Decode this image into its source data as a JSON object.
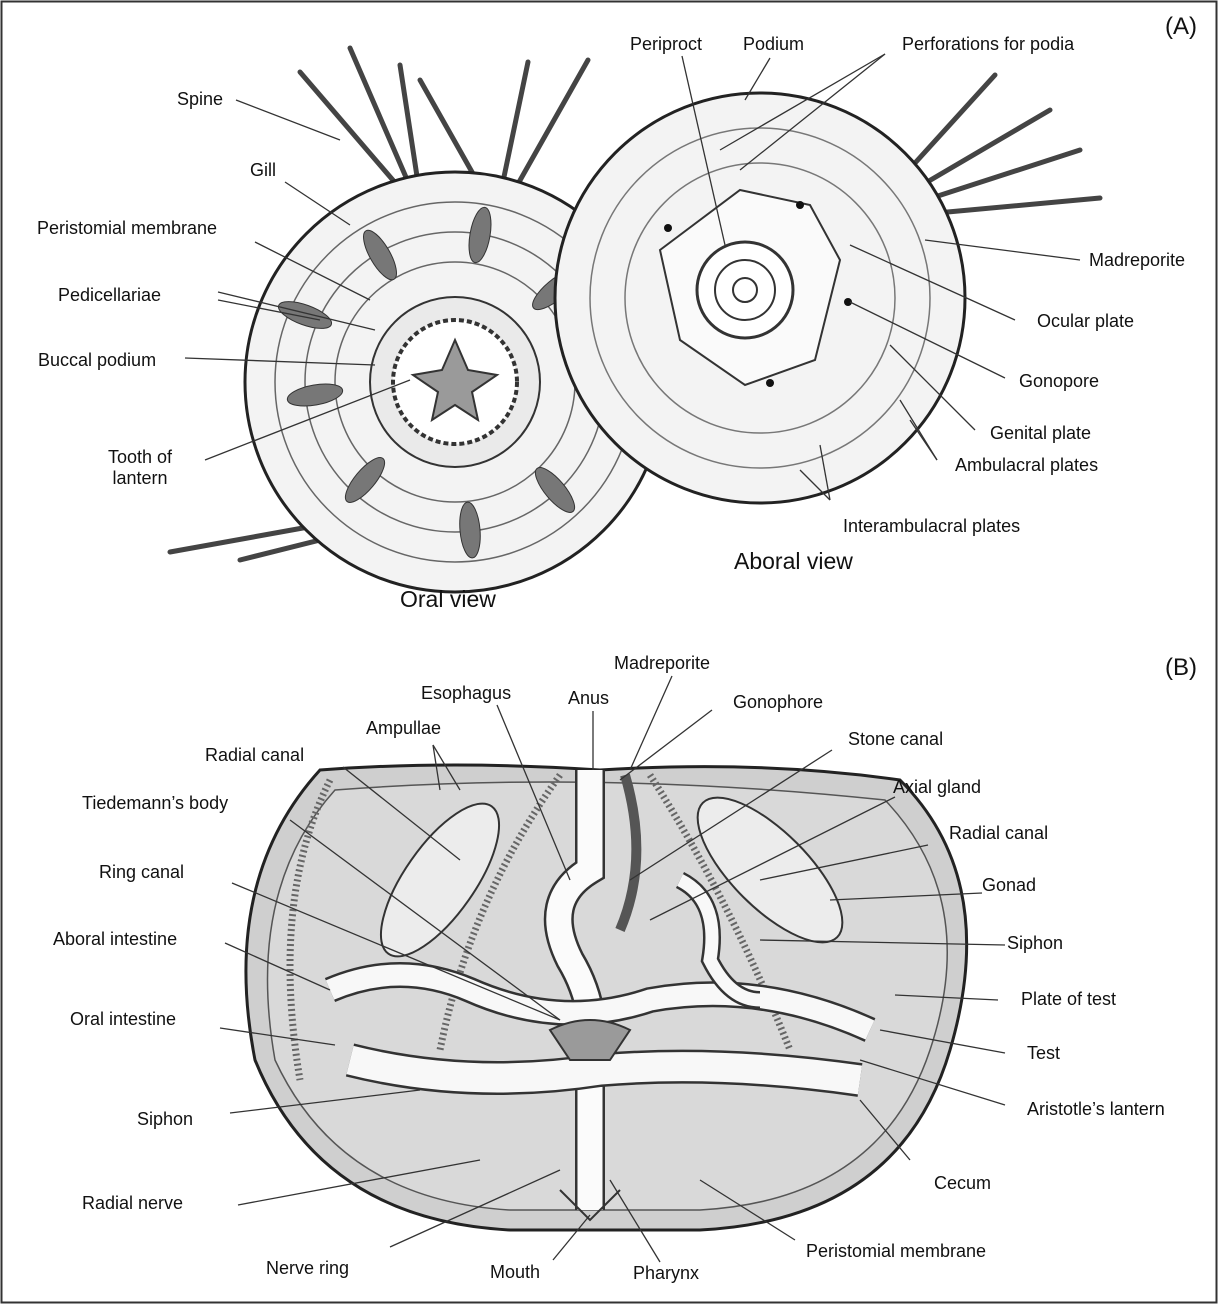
{
  "panel_a": {
    "tag": "(A)",
    "oral_view_caption": "Oral view",
    "aboral_view_caption": "Aboral view",
    "labels": {
      "spine": "Spine",
      "gill": "Gill",
      "peristomial_membrane": "Peristomial membrane",
      "pedicellariae": "Pedicellariae",
      "buccal_podium": "Buccal podium",
      "tooth_of_lantern": "Tooth of\nlantern",
      "periproct": "Periproct",
      "podium": "Podium",
      "perforations_for_podia": "Perforations for podia",
      "madreporite": "Madreporite",
      "ocular_plate": "Ocular plate",
      "gonopore": "Gonopore",
      "genital_plate": "Genital plate",
      "ambulacral_plates": "Ambulacral plates",
      "interambulacral_plates": "Interambulacral plates"
    }
  },
  "panel_b": {
    "tag": "(B)",
    "labels": {
      "madreporite": "Madreporite",
      "esophagus": "Esophagus",
      "anus": "Anus",
      "gonophore": "Gonophore",
      "ampullae": "Ampullae",
      "stone_canal": "Stone canal",
      "radial_canal_left": "Radial canal",
      "axial_gland": "Axial gland",
      "tiedemanns_body": "Tiedemann’s body",
      "radial_canal_right": "Radial canal",
      "ring_canal": "Ring canal",
      "gonad": "Gonad",
      "aboral_intestine": "Aboral intestine",
      "siphon_right": "Siphon",
      "plate_of_test": "Plate of test",
      "oral_intestine": "Oral intestine",
      "test": "Test",
      "aristotles_lantern": "Aristotle’s lantern",
      "siphon_left": "Siphon",
      "cecum": "Cecum",
      "radial_nerve": "Radial nerve",
      "peristomial_membrane": "Peristomial membrane",
      "nerve_ring": "Nerve ring",
      "mouth": "Mouth",
      "pharynx": "Pharynx"
    }
  }
}
